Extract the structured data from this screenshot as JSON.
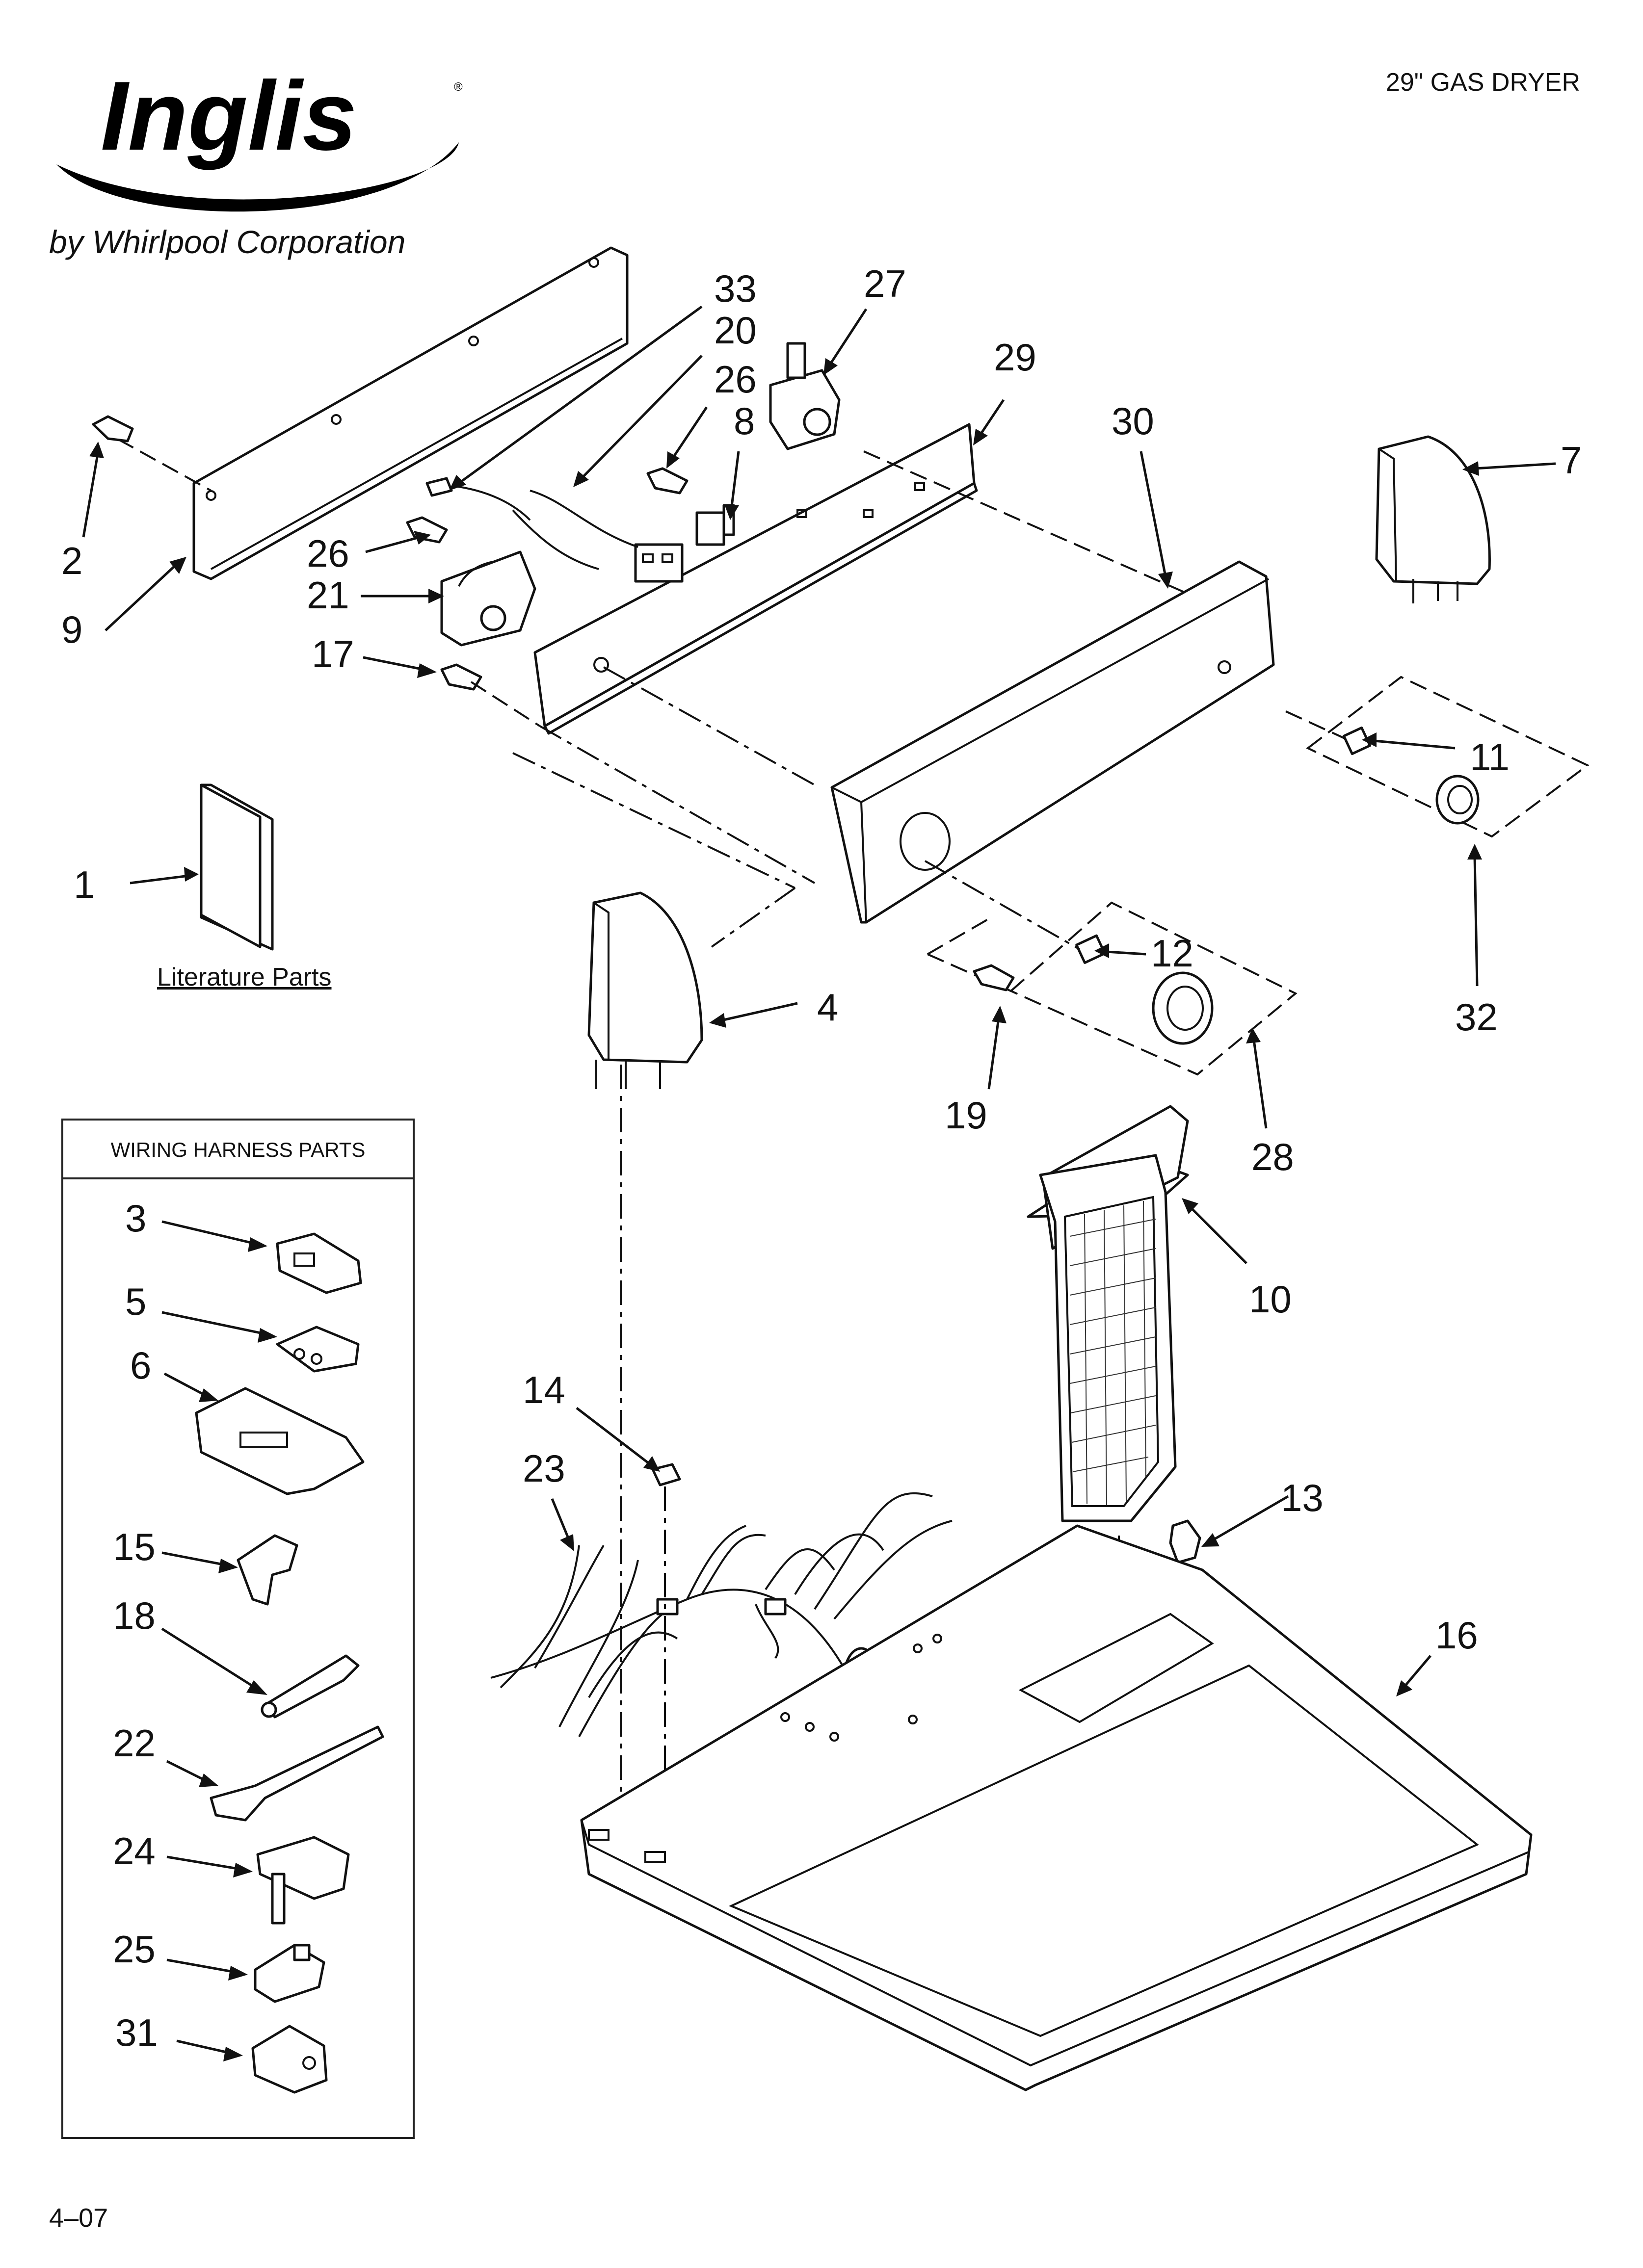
{
  "header": {
    "brand": "Inglis",
    "subtitle": "by Whirlpool Corporation",
    "model": "29\" GAS DRYER"
  },
  "literature": {
    "caption": "Literature Parts"
  },
  "harness_box": {
    "title": "WIRING HARNESS PARTS"
  },
  "callouts": {
    "c1": "1",
    "c2": "2",
    "c3": "3",
    "c4": "4",
    "c5": "5",
    "c6": "6",
    "c7": "7",
    "c8": "8",
    "c9": "9",
    "c10": "10",
    "c11": "11",
    "c12": "12",
    "c13": "13",
    "c14": "14",
    "c15": "15",
    "c16": "16",
    "c17": "17",
    "c18": "18",
    "c19": "19",
    "c20": "20",
    "c21": "21",
    "c22": "22",
    "c23": "23",
    "c24": "24",
    "c25": "25",
    "c26a": "26",
    "c26b": "26",
    "c27": "27",
    "c28": "28",
    "c29": "29",
    "c30": "30",
    "c31": "31",
    "c32": "32",
    "c33": "33"
  },
  "footer": {
    "code": "4–07"
  }
}
